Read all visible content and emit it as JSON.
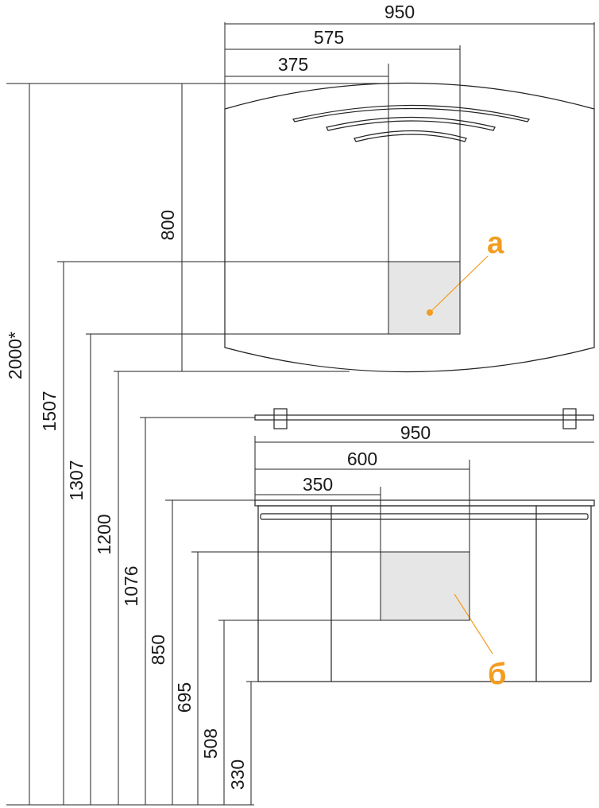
{
  "colors": {
    "marker": "#f39c1f",
    "panel": "#e6e6e6",
    "line": "#222222"
  },
  "mirror": {
    "width_total": "950",
    "width_mid": "575",
    "width_left": "375",
    "height": "800",
    "marker": "а"
  },
  "cabinet": {
    "width_total": "950",
    "width_mid": "600",
    "width_left": "350",
    "marker": "б"
  },
  "elevations": {
    "total": "2000*",
    "e1507": "1507",
    "e1307": "1307",
    "e1200": "1200",
    "e1076": "1076",
    "e850": "850",
    "e695": "695",
    "e508": "508",
    "e330": "330"
  }
}
